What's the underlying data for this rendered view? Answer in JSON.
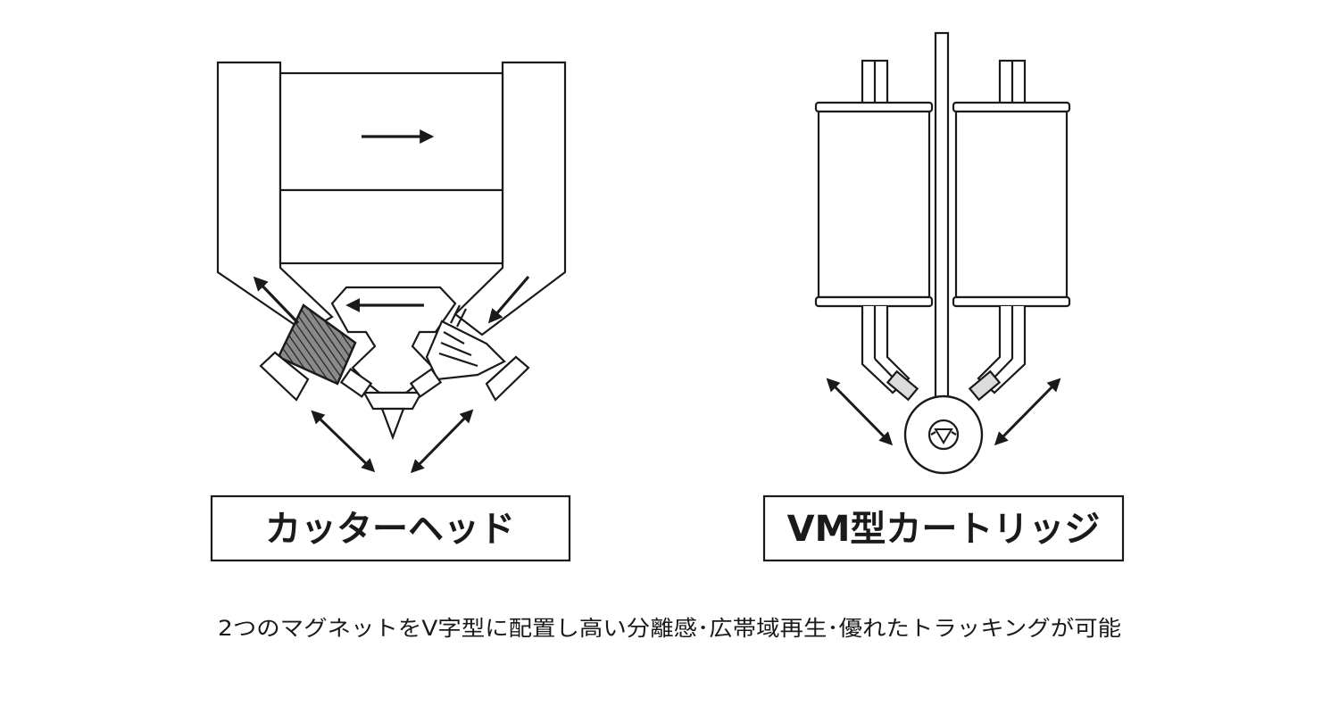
{
  "left_panel": {
    "label": "カッターヘッド"
  },
  "right_panel": {
    "label": "VM型カートリッジ"
  },
  "caption": "2つのマグネットをV字型に配置し高い分離感･広帯域再生･優れたトラッキングが可能",
  "colors": {
    "line": "#1a1a1a",
    "background": "#ffffff",
    "coil_fill": "#7a7a7a",
    "pad_fill": "#dcdcdc"
  }
}
